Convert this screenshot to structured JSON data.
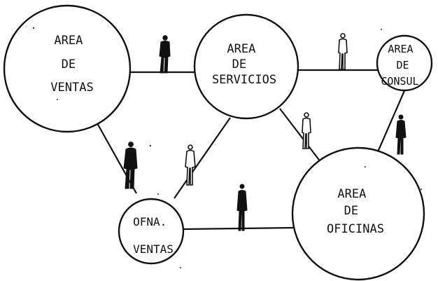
{
  "diagram": {
    "nodes": {
      "ventas": {
        "lines": [
          "AREA",
          "DE",
          "VENTAS"
        ]
      },
      "servicios": {
        "lines": [
          "AREA",
          "DE",
          "SERVICIOS"
        ]
      },
      "consul": {
        "lines": [
          "AREA",
          "DE",
          "CONSUL."
        ]
      },
      "ofna_ventas": {
        "lines": [
          "OFNA.",
          "VENTAS"
        ]
      },
      "oficinas": {
        "lines": [
          "AREA",
          "DE",
          "OFICINAS"
        ]
      }
    },
    "edges": [
      {
        "from": "ventas",
        "to": "servicios",
        "figure": "solid"
      },
      {
        "from": "servicios",
        "to": "consul",
        "figure": "outline"
      },
      {
        "from": "ventas",
        "to": "ofna_ventas",
        "figure": "solid"
      },
      {
        "from": "servicios",
        "to": "ofna_ventas",
        "figure": "outline"
      },
      {
        "from": "servicios",
        "to": "oficinas",
        "figure": "outline"
      },
      {
        "from": "consul",
        "to": "oficinas",
        "figure": "solid"
      },
      {
        "from": "ofna_ventas",
        "to": "oficinas",
        "figure": "solid"
      }
    ],
    "colors": {
      "ink": "#111111",
      "paper": "#ffffff"
    }
  }
}
